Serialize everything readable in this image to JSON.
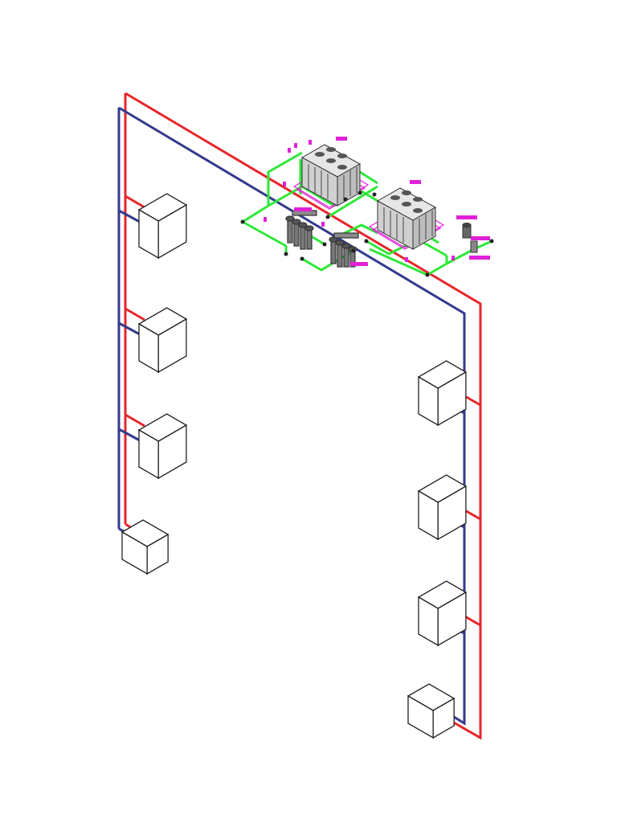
{
  "diagram": {
    "kind": "isometric piping schematic",
    "colors": {
      "supply_pipe": "#e8262a",
      "return_pipe": "#333a8c",
      "plant_loop": "#2ee838",
      "label_tag": "#e020d8",
      "outline": "#222222",
      "chiller_fill": "#dcdcdc",
      "chiller_dark": "#444444",
      "background": "#ffffff"
    },
    "chillers": 2,
    "pump_groups": 2,
    "terminal_units_left": 4,
    "terminal_units_right": 4
  }
}
